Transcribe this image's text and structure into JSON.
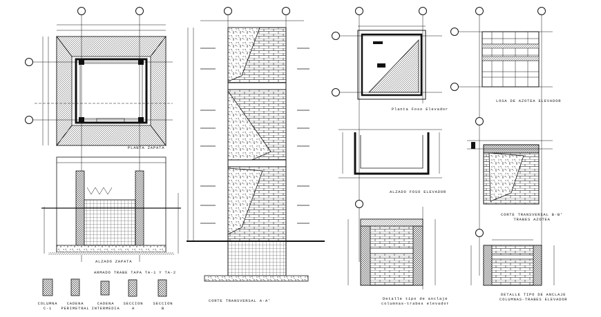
{
  "sheet": {
    "labels": {
      "planta_zapata": "PLANTA ZAPATA",
      "alzado_zapata": "ALZADO ZAPATA",
      "armado_trabe": "ARMADO TRABE TAPA TA-1 Y TA-2",
      "corte_aa": "CORTE TRANSVERSAL A-A'",
      "planta_foso": "Planta Foso Elevador",
      "alzado_foso": "ALZADO FOSO ELEVADOR",
      "detalle_anclaje_1_line1": "Detalle tipo de anclaje",
      "detalle_anclaje_1_line2": "columnas-trabes elevador",
      "losa_azotea": "LOSA DE AZOTEA ELEVADOR",
      "corte_bb_line1": "CORTE TRANSVERSAL B-B'",
      "corte_bb_line2": "TRABES AZOTEA",
      "detalle_anclaje_2_line1": "DETALLE TIPO DE ANCLAJE",
      "detalle_anclaje_2_line2": "COLUMNAS-TRABES ELEVADOR"
    },
    "sections": [
      {
        "line1": "COLUMNA",
        "line2": "C-1"
      },
      {
        "line1": "CADENA",
        "line2": "PERIMETRAL"
      },
      {
        "line1": "CADENA",
        "line2": "INTERMEDIA"
      },
      {
        "line1": "SECCION",
        "line2": "A"
      },
      {
        "line1": "SECCION",
        "line2": "B"
      }
    ]
  },
  "colors": {
    "ink": "#111111",
    "paper": "#ffffff",
    "hatch": "#222222"
  }
}
